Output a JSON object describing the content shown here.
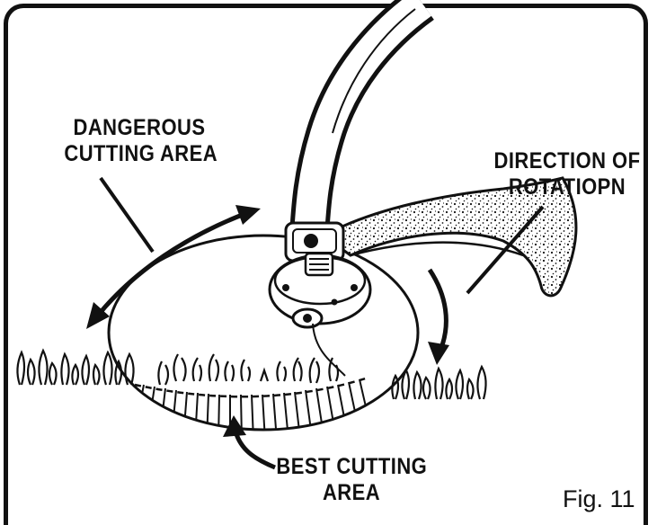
{
  "labels": {
    "dangerous": [
      "DANGEROUS",
      "CUTTING AREA"
    ],
    "direction": [
      "DIRECTION OF",
      "ROTATIOPN"
    ],
    "best": [
      "BEST CUTTING",
      "AREA"
    ]
  },
  "figure_caption": "Fig. 11",
  "colors": {
    "ink": "#111111",
    "paper": "#ffffff"
  }
}
